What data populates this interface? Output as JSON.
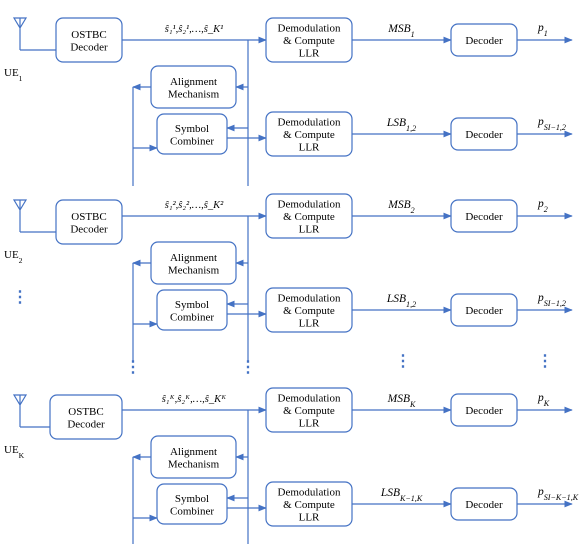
{
  "colors": {
    "line": "#4472c4",
    "box_border": "#4472c4",
    "box_fill": "#ffffff",
    "text": "#000000"
  },
  "labels": {
    "ostbc": [
      "OSTBC",
      "Decoder"
    ],
    "demod": [
      "Demodulation",
      "& Compute",
      "LLR"
    ],
    "decoder": "Decoder",
    "align": [
      "Alignment",
      "Mechanism"
    ],
    "combiner": [
      "Symbol",
      "Combiner"
    ]
  },
  "groups": [
    {
      "ue": "UE",
      "ue_sub": "1",
      "streams": "ŝ₁¹,ŝ₂¹,…,ŝ_K¹",
      "rows": [
        {
          "bits": "MSB",
          "bits_sub": "1",
          "out": "p",
          "out_sub": "1"
        },
        {
          "bits": "LSB",
          "bits_sub": "1,2",
          "out": "p",
          "out_sub": "SI−1,2"
        }
      ]
    },
    {
      "ue": "UE",
      "ue_sub": "2",
      "streams": "ŝ₁²,ŝ₂²,…,ŝ_K²",
      "rows": [
        {
          "bits": "MSB",
          "bits_sub": "2",
          "out": "p",
          "out_sub": "2"
        },
        {
          "bits": "LSB",
          "bits_sub": "1,2",
          "out": "p",
          "out_sub": "SI−1,2"
        }
      ]
    },
    {
      "ue": "UE",
      "ue_sub": "K",
      "streams": "ŝ₁ᴷ,ŝ₂ᴷ,…,ŝ_Kᴷ",
      "rows": [
        {
          "bits": "MSB",
          "bits_sub": "K",
          "out": "p",
          "out_sub": "K"
        },
        {
          "bits": "LSB",
          "bits_sub": "K−1,K",
          "out": "p",
          "out_sub": "SI−K−1,K"
        }
      ]
    }
  ],
  "ellipsis": "⋮"
}
